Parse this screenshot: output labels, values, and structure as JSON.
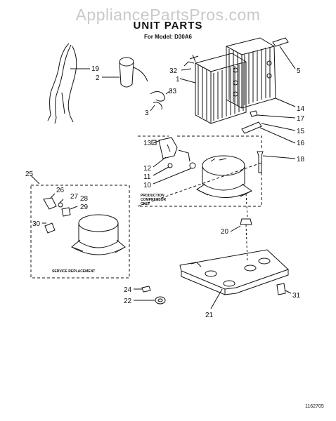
{
  "watermark": "AppliancePartsPros.com",
  "header": {
    "title": "UNIT PARTS",
    "subtitle": "For Model: D30A6"
  },
  "boxes": {
    "production": [
      "PRODUCTION",
      "COMPRESSOR",
      "ONLY"
    ],
    "service": "SERVICE REPLACEMENT"
  },
  "callouts": [
    "19",
    "2",
    "32",
    "33",
    "3",
    "1",
    "5",
    "14",
    "17",
    "15",
    "16",
    "13",
    "12",
    "11",
    "10",
    "18",
    "25",
    "26",
    "27",
    "28",
    "29",
    "30",
    "20",
    "24",
    "22",
    "21",
    "31"
  ],
  "document_number": "1162705"
}
